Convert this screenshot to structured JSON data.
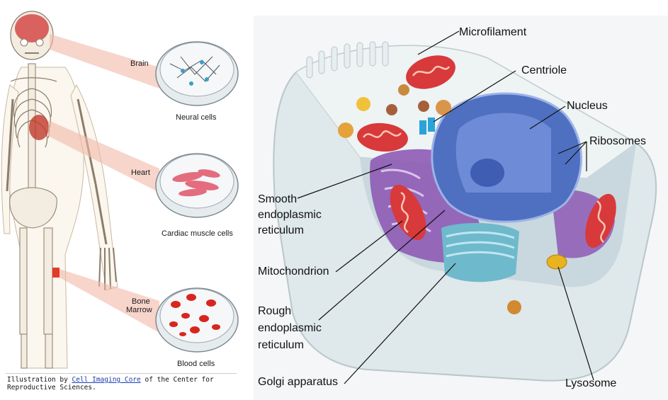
{
  "left": {
    "labels": {
      "brain": "Brain",
      "neural": "Neural cells",
      "heart": "Heart",
      "cardiac": "Cardiac muscle cells",
      "bone": "Bone",
      "marrow": "Marrow",
      "blood": "Blood cells"
    },
    "caption": {
      "prefix": "Illustration by ",
      "link": "Cell Imaging Core",
      "suffix": " of the Center for",
      "line2": "Reproductive Sciences."
    }
  },
  "right": {
    "labels": {
      "microfilament": "Microfilament",
      "centriole": "Centriole",
      "nucleus": "Nucleus",
      "ribosomes": "Ribosomes",
      "smooth1": "Smooth",
      "smooth2": "endoplasmic",
      "smooth3": "reticulum",
      "mitochondrion": "Mitochondrion",
      "rough1": "Rough",
      "rough2": "endoplasmic",
      "rough3": "reticulum",
      "golgi": "Golgi apparatus",
      "lysosome": "Lysosome"
    }
  },
  "colors": {
    "bone": "#f3ece0",
    "boneStroke": "#8a7d6a",
    "highlight": "#f2b9a8",
    "brain": "#d44a4a",
    "blood": "#d8261e",
    "cellMembrane": "#d9e4e8",
    "nucleus": "#5b79c6",
    "er": "#8e5bb5",
    "mito": "#d8393a",
    "golgi": "#6fb9cc",
    "lysosome": "#e9b21f"
  }
}
